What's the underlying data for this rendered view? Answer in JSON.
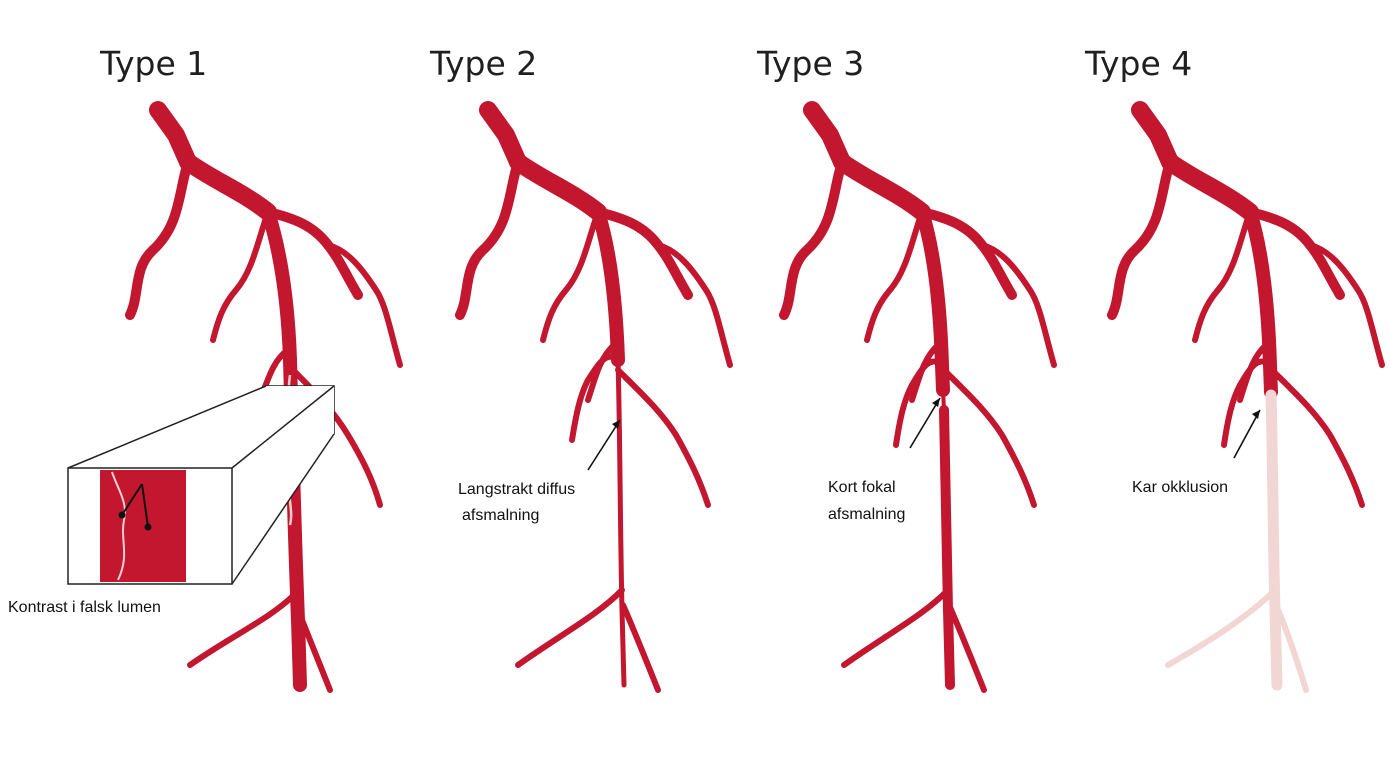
{
  "colors": {
    "vessel": "#c2172f",
    "occluded_vessel": "#f2d6d3",
    "dissection_line": "#f5cfcf"
  },
  "panels": [
    {
      "title": "Type 1",
      "labels": [
        "Kontrast i falsk lumen"
      ]
    },
    {
      "title": "Type 2",
      "labels": [
        "Langstrakt diffus",
        "afsmalning"
      ]
    },
    {
      "title": "Type 3",
      "labels": [
        "Kort fokal",
        "afsmalning"
      ]
    },
    {
      "title": "Type 4",
      "labels": [
        "Kar okklusion"
      ]
    }
  ]
}
